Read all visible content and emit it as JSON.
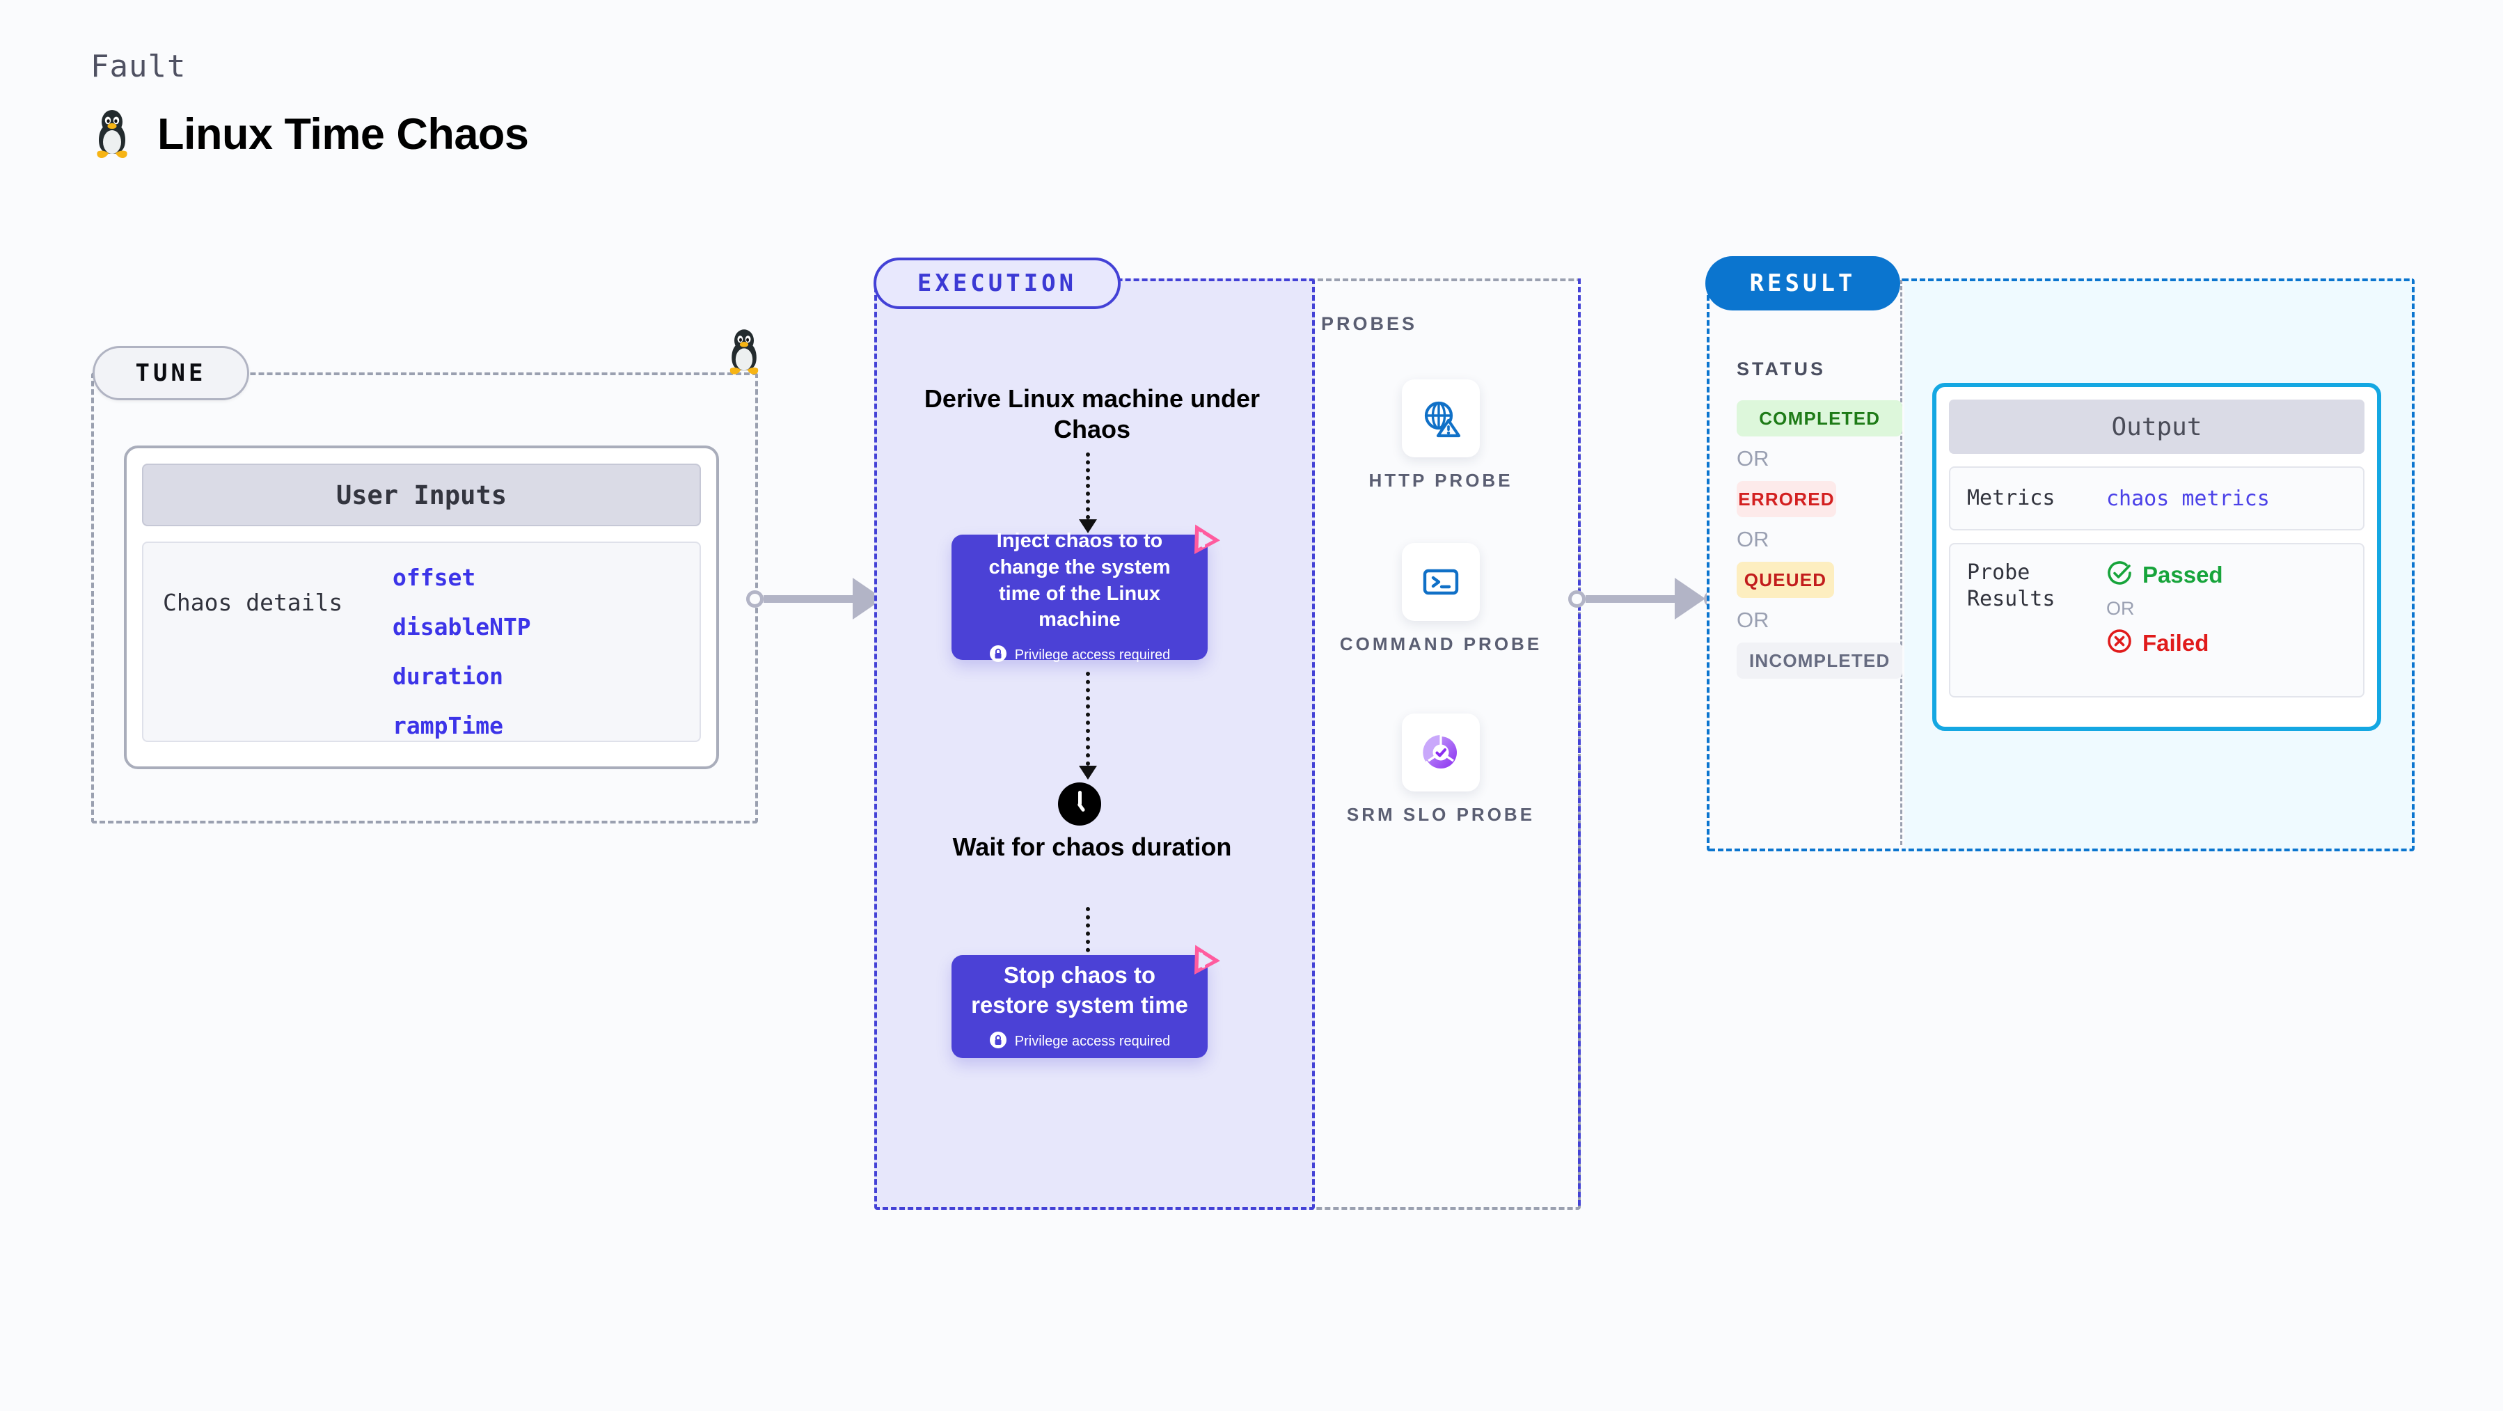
{
  "header": {
    "eyebrow": "Fault",
    "title": "Linux Time Chaos",
    "icon": "tux-penguin-icon"
  },
  "tune": {
    "badge": "TUNE",
    "card": {
      "header": "User Inputs",
      "row_label": "Chaos details",
      "params": [
        "offset",
        "disableNTP",
        "duration",
        "rampTime"
      ]
    },
    "corner_icon": "tux-penguin-icon"
  },
  "execution": {
    "badge": "EXECUTION",
    "step_title": "Derive Linux machine under Chaos",
    "inject_card": {
      "text": "Inject chaos to to change the system time of the Linux machine",
      "privilege": "Privilege access required",
      "lock_icon": "lock-icon",
      "brand_icon": "harness-logo-icon"
    },
    "wait_label": "Wait for chaos duration",
    "wait_icon": "clock-icon",
    "stop_card": {
      "text": "Stop chaos to restore system time",
      "privilege": "Privilege access required",
      "lock_icon": "lock-icon",
      "brand_icon": "harness-logo-icon"
    }
  },
  "probes": {
    "label": "PROBES",
    "items": [
      {
        "name": "HTTP PROBE",
        "icon": "globe-warning-icon"
      },
      {
        "name": "COMMAND PROBE",
        "icon": "terminal-icon"
      },
      {
        "name": "SRM SLO PROBE",
        "icon": "slo-donut-check-icon"
      }
    ]
  },
  "result": {
    "badge": "RESULT",
    "status_label": "STATUS",
    "or_text": "OR",
    "statuses": [
      {
        "label": "COMPLETED",
        "color": "#1e7b17",
        "bg": "#ddf7db"
      },
      {
        "label": "ERRORED",
        "color": "#d32020",
        "bg": "#fdeaea"
      },
      {
        "label": "QUEUED",
        "color": "#c21c1c",
        "bg": "#fdeec0"
      },
      {
        "label": "INCOMPLETED",
        "color": "#666b80",
        "bg": "#f1f2f6"
      }
    ],
    "output": {
      "header": "Output",
      "metrics_key": "Metrics",
      "metrics_value": "chaos metrics",
      "probe_key": "Probe Results",
      "passed": "Passed",
      "failed": "Failed",
      "or_text": "OR",
      "pass_icon": "check-circle-icon",
      "fail_icon": "x-circle-icon"
    }
  },
  "colors": {
    "brand_purple": "#4b41d6",
    "brand_pink": "#ff5b9e",
    "result_blue": "#0b75cf",
    "output_border": "#14a7e2",
    "exec_bg": "#e7e7fb",
    "page_bg": "#fafbfd"
  }
}
